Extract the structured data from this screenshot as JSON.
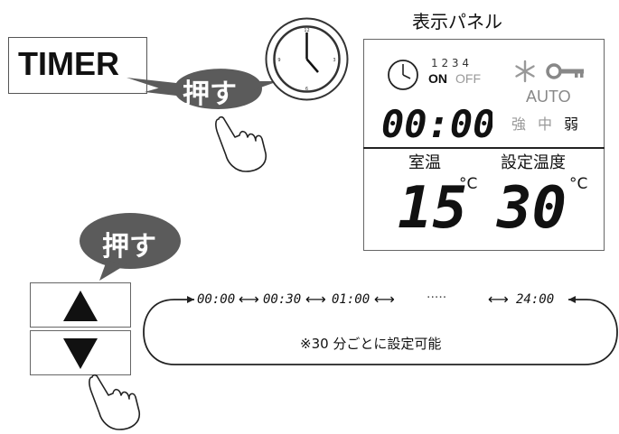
{
  "timer_button": {
    "label": "TIMER"
  },
  "press_bubble_top": {
    "label": "押す"
  },
  "press_bubble_bottom": {
    "label": "押す"
  },
  "panel": {
    "title": "表示パネル",
    "on_off": {
      "numbers": "1 2 3 4",
      "on": "ON",
      "off": "OFF"
    },
    "mode": "AUTO",
    "fan_levels": [
      "強",
      "中",
      "弱"
    ],
    "time_display": "00:00",
    "room_temp_label": "室温",
    "set_temp_label": "設定温度",
    "room_temp_value": "15",
    "set_temp_value": "30",
    "unit": "°C"
  },
  "timeline": {
    "steps": [
      "00:00",
      "00:30",
      "01:00",
      "·····",
      "24:00"
    ],
    "note": "※30 分ごとに設定可能"
  },
  "icons": {
    "clock": "clock-icon",
    "snowflake": "snowflake-icon",
    "key": "key-icon",
    "up": "up-arrow-icon",
    "down": "down-arrow-icon",
    "hand": "pointing-hand-icon"
  }
}
